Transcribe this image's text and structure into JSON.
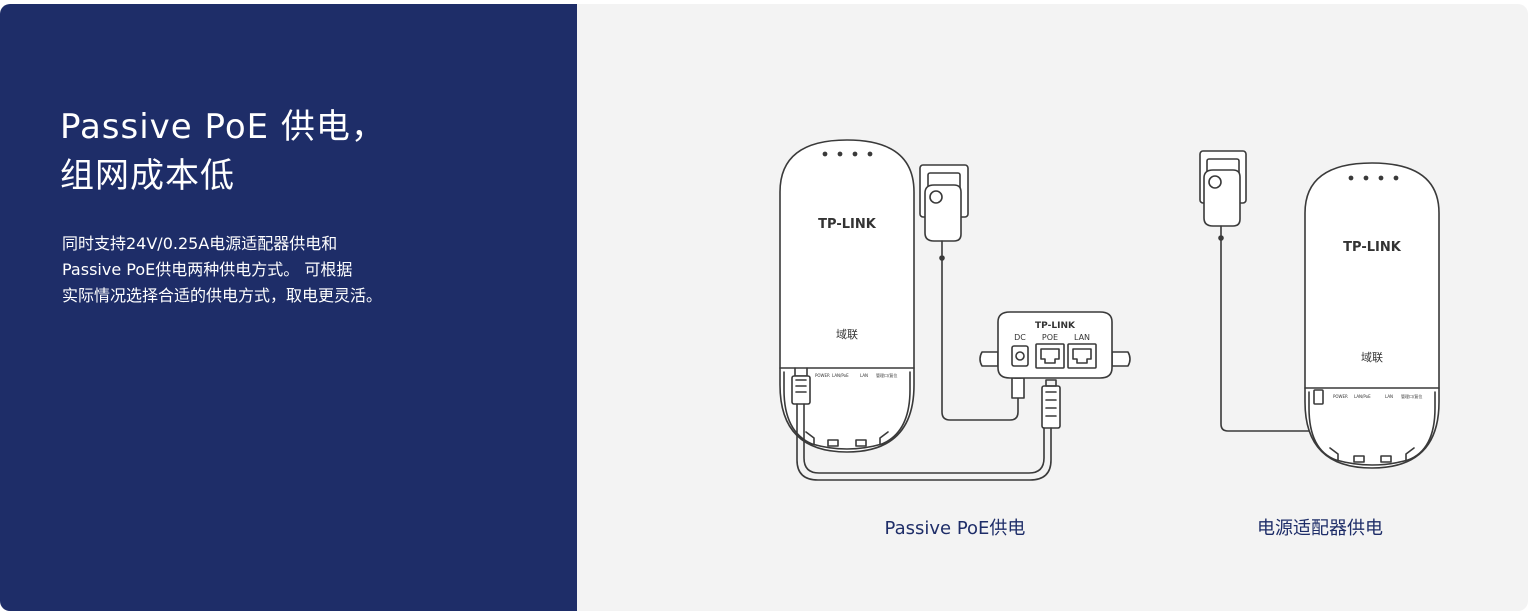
{
  "hero": {
    "headline_line1": "Passive PoE 供电，",
    "headline_line2": "组网成本低",
    "desc_lines": [
      "同时支持24V/0.25A电源适配器供电和",
      "Passive PoE供电两种供电方式。 可根据",
      "实际情况选择合适的供电方式，取电更灵活。"
    ]
  },
  "diagram": {
    "ap_brand": "TP-LINK",
    "ap_logo": "域联",
    "ap_ports": [
      "POWER",
      "LAN/PoE",
      "LAN",
      "管理口/复位"
    ],
    "injector_brand": "TP-LINK",
    "injector_ports": [
      "DC",
      "POE",
      "LAN"
    ],
    "captions": [
      "Passive PoE供电",
      "电源适配器供电"
    ]
  },
  "colors": {
    "panel_navy": "#1e2d68",
    "panel_gray": "#f3f3f3",
    "line": "#3a3a3a"
  }
}
